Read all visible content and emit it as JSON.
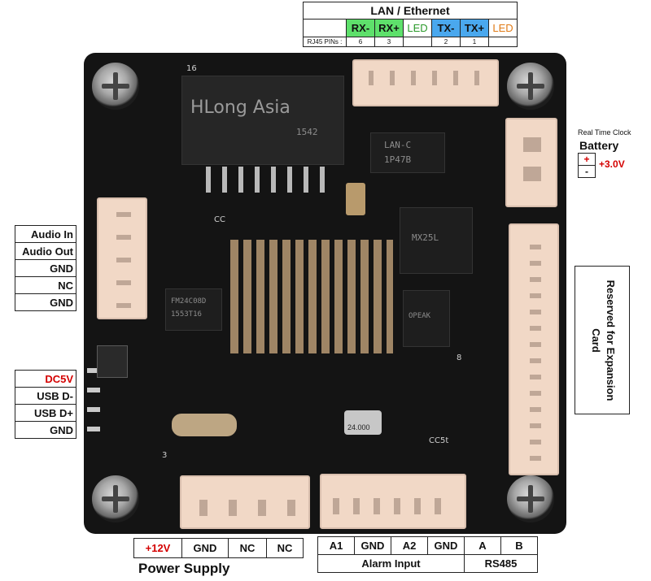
{
  "lan": {
    "title": "LAN / Ethernet",
    "pins": [
      {
        "label": "RX-",
        "num": "6"
      },
      {
        "label": "RX+",
        "num": "3"
      },
      {
        "label": "LED",
        "num": ""
      },
      {
        "label": "TX-",
        "num": "2"
      },
      {
        "label": "TX+",
        "num": "1"
      },
      {
        "label": "LED",
        "num": ""
      }
    ],
    "row_label": "RJ45 PINs :"
  },
  "rtc": {
    "title": "Real Time Clock",
    "battery": "Battery",
    "plus": "+",
    "minus": "-",
    "voltage": "+3.0V"
  },
  "audio": [
    "Audio In",
    "Audio Out",
    "GND",
    "NC",
    "GND"
  ],
  "usb": [
    "DC5V",
    "USB D-",
    "USB D+",
    "GND"
  ],
  "expansion": "Reserved for Expansion Card",
  "power": {
    "pins": [
      "+12V",
      "GND",
      "NC",
      "NC"
    ],
    "title": "Power Supply"
  },
  "alarm": {
    "pins": [
      "A1",
      "GND",
      "A2",
      "GND",
      "A",
      "B"
    ],
    "alarm_label": "Alarm Input",
    "rs485_label": "RS485"
  },
  "board": {
    "transformer_text": "HLong Asia",
    "transformer_sub": "1542",
    "lanc_text": "LAN-C",
    "lanc_sub": "1P47B",
    "chip1_text": "FM24C08D",
    "chip1_sub": "1553T16",
    "chip2_text": "MX25L",
    "crystal_text": "24.000",
    "chip3_text": "OPEAK",
    "silk_top": "16",
    "silk_cc": "CC",
    "silk_8": "8",
    "silk_3": "3",
    "silk_cc5": "CC5t"
  },
  "colors": {
    "board": "#141414",
    "connector": "#f1d8c6",
    "red": "#d40000",
    "rx_green": "#5ee06b",
    "tx_blue": "#4aa8ee"
  }
}
